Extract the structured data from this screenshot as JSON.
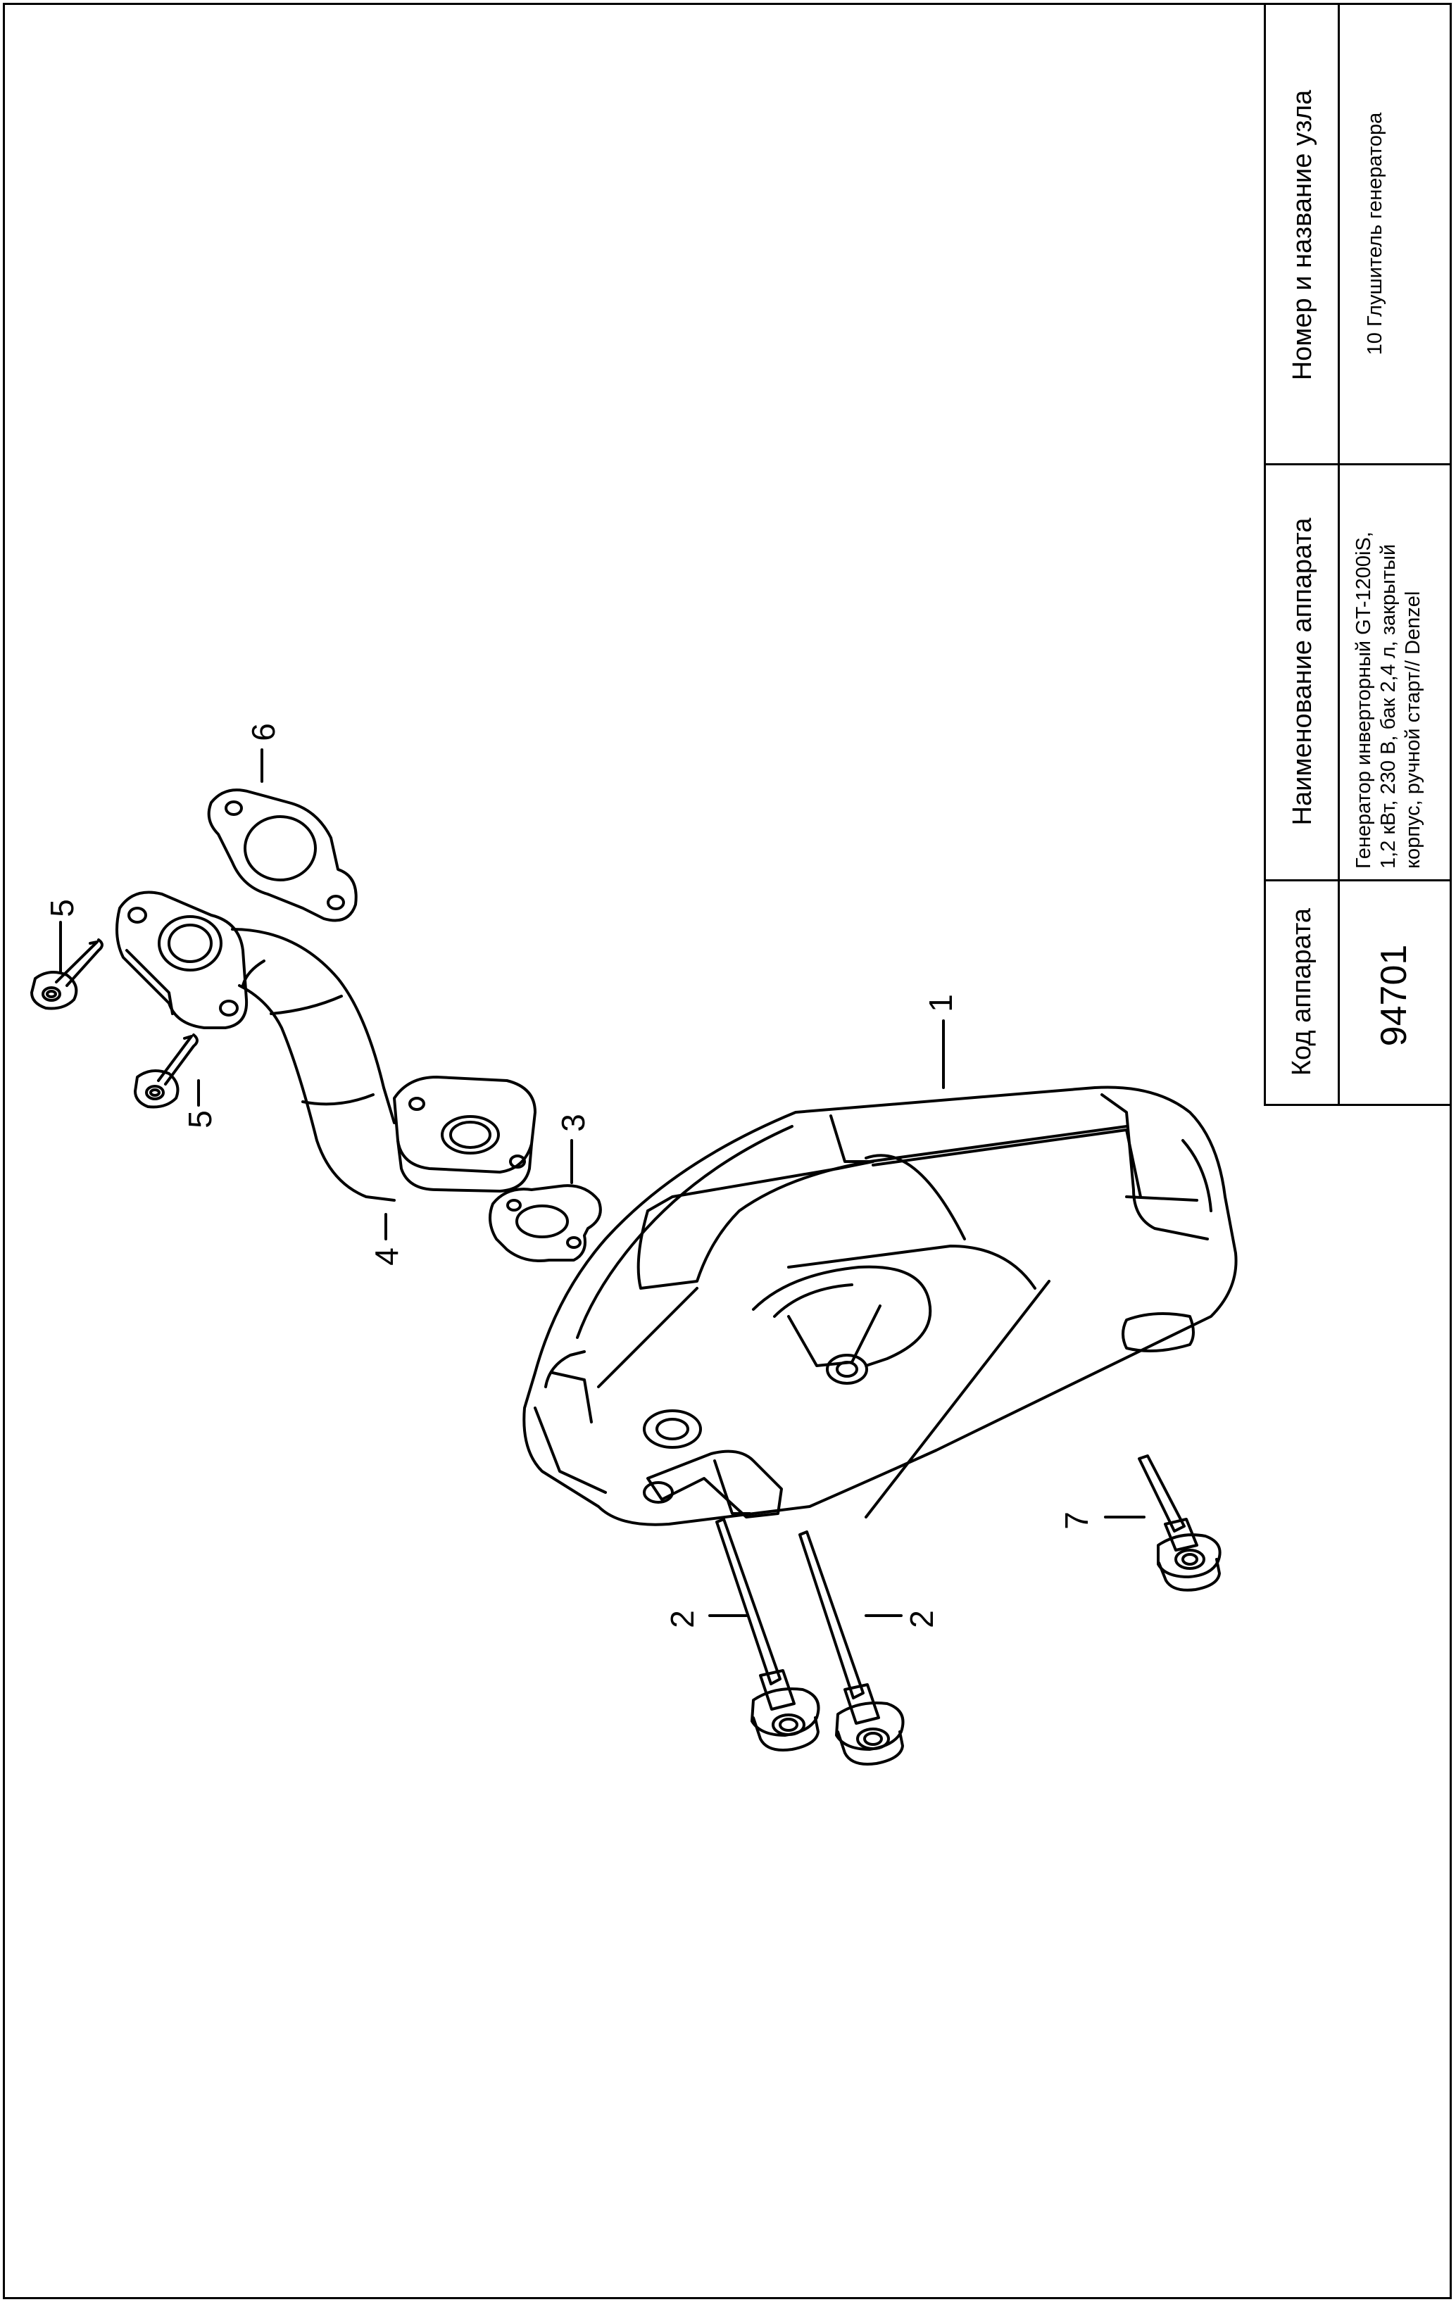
{
  "title_block": {
    "code_header": "Код аппарата",
    "name_header": "Наименование аппарата",
    "unit_header": "Номер и название узла",
    "code_value": "94701",
    "name_value_lines": [
      "Генератор инверторный GT-1200iS,",
      "1,2 кВт, 230 В, бак 2,4 л, закрытый",
      "корпус, ручной старт// Denzel"
    ],
    "unit_value": "10 Глушитель генератора"
  },
  "callouts": {
    "c1": "1",
    "c2a": "2",
    "c2b": "2",
    "c3": "3",
    "c4": "4",
    "c5a": "5",
    "c5b": "5",
    "c6": "6",
    "c7": "7"
  }
}
